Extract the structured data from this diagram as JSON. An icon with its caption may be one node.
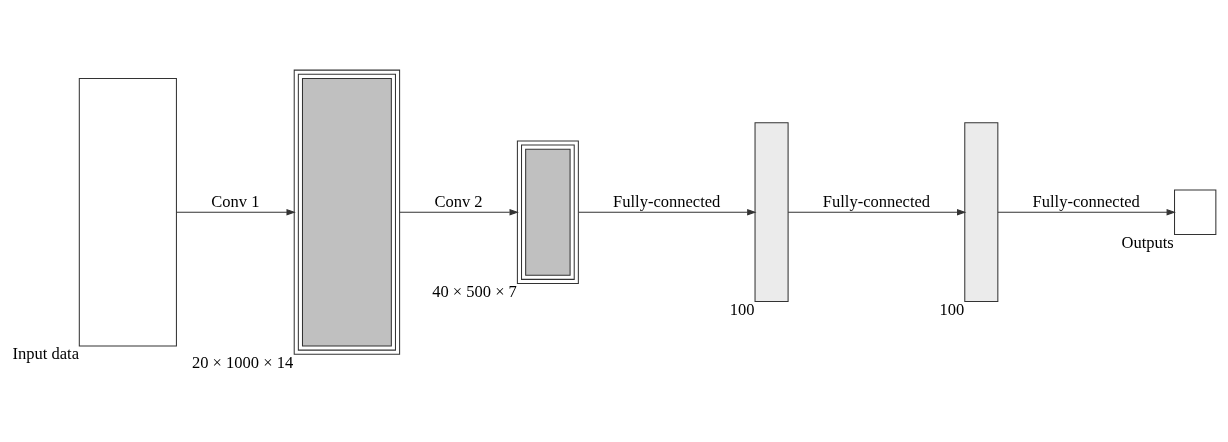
{
  "diagram": {
    "nodes": [
      {
        "text": [],
        "shape": "box",
        "beside": [
          "Input data"
        ]
      },
      {
        "text": [],
        "shape": "box",
        "beside": [
          "20 × 1000 × 14"
        ]
      },
      {
        "text": [],
        "shape": "box",
        "beside": [
          "40 × 500 × 7"
        ]
      },
      {
        "text": [],
        "shape": "box",
        "beside": [
          "100"
        ]
      },
      {
        "text": [],
        "shape": "box",
        "beside": [
          "100"
        ]
      },
      {
        "text": [],
        "shape": "box",
        "beside": [
          "Outputs"
        ]
      }
    ],
    "edges": [
      {
        "from": 0,
        "to": 1,
        "arrow": "to",
        "label": "Conv 1"
      },
      {
        "from": 1,
        "to": 2,
        "arrow": "to",
        "label": "Conv 2"
      },
      {
        "from": 2,
        "to": 3,
        "arrow": "to",
        "label": "Fully-connected"
      },
      {
        "from": 3,
        "to": 4,
        "arrow": "to",
        "label": "Fully-connected"
      },
      {
        "from": 4,
        "to": 5,
        "arrow": "to",
        "label": "Fully-connected"
      }
    ]
  }
}
